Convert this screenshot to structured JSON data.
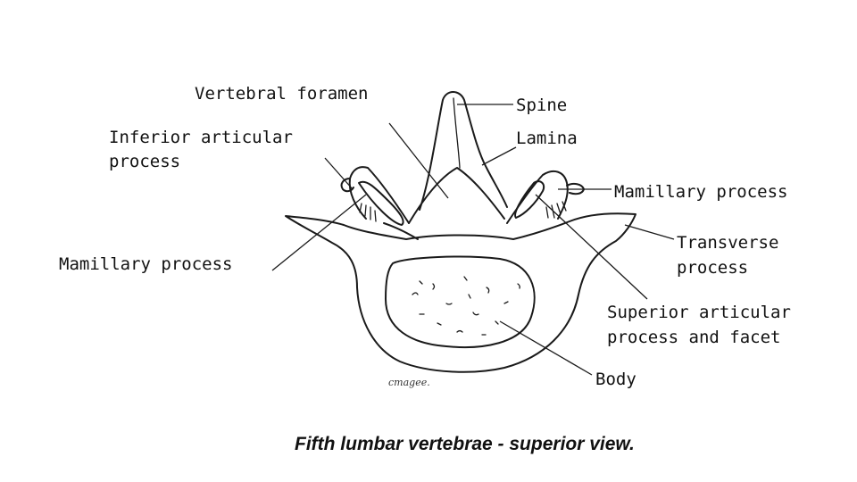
{
  "figure": {
    "caption": "Fifth lumbar vertebrae - superior view.",
    "signature": "cmagee.",
    "labels": {
      "vertebral_foramen": "Vertebral foramen",
      "spine": "Spine",
      "inferior_articular_line1": "Inferior articular",
      "inferior_articular_line2": "process",
      "lamina": "Lamina",
      "mamillary_process_right": "Mamillary process",
      "mamillary_process_left": "Mamillary process",
      "transverse_line1": "Transverse",
      "transverse_line2": "process",
      "superior_articular_line1": "Superior articular",
      "superior_articular_line2": "process and facet",
      "body": "Body"
    }
  }
}
